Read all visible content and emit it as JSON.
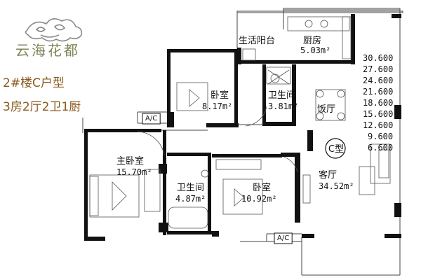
{
  "brand": {
    "name": "云海花都"
  },
  "unit": {
    "building_type": "2#楼C户型",
    "layout": "3房2厅2卫1厨"
  },
  "type_badge": "C型",
  "rooms": {
    "balcony": {
      "name": "生活阳台"
    },
    "kitchen": {
      "name": "厨房",
      "area": "5.03m²"
    },
    "bedroom_top": {
      "name": "卧室",
      "area": "8.17m²"
    },
    "bath_top": {
      "name": "卫生间",
      "area": "3.81m²"
    },
    "dining": {
      "name": "饭厅"
    },
    "master_bedroom": {
      "name": "主卧室",
      "area": "15.70m²"
    },
    "bath_bottom": {
      "name": "卫生间",
      "area": "4.87m²"
    },
    "bedroom_bottom": {
      "name": "卧室",
      "area": "10.92m²"
    },
    "living": {
      "name": "客厅",
      "area": "34.52m²"
    }
  },
  "ac_labels": [
    "A/C",
    "A/C"
  ],
  "floor_levels": [
    "30.600",
    "27.600",
    "24.600",
    "21.600",
    "18.600",
    "15.600",
    "12.600",
    "9.600",
    "6.600"
  ]
}
